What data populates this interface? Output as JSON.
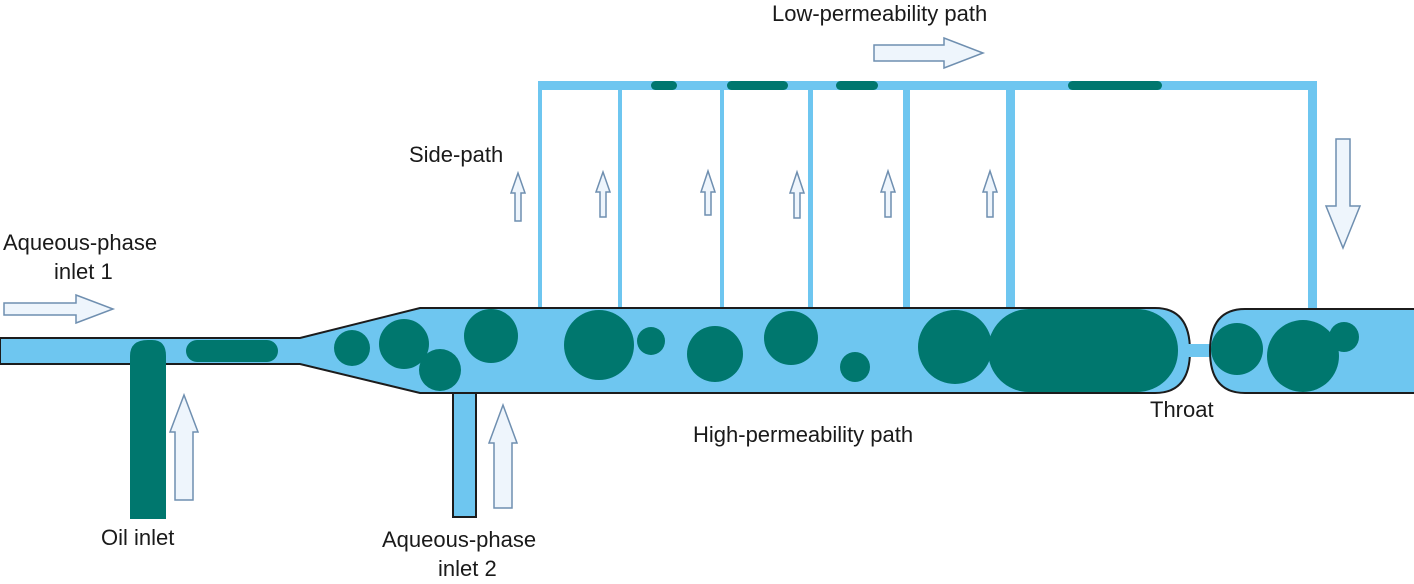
{
  "labels": {
    "aqueous_inlet_1": [
      "Aqueous-phase",
      "inlet 1"
    ],
    "oil_inlet": "Oil inlet",
    "aqueous_inlet_2": [
      "Aqueous-phase",
      "inlet 2"
    ],
    "side_path": "Side-path",
    "low_perm_path": "Low-permeability path",
    "high_perm_path": "High-permeability path",
    "throat": "Throat"
  },
  "colors": {
    "water": "#6ec6f0",
    "oil": "#00776e",
    "outline": "#1c1c1c",
    "arrow_fill": "#eef5fc",
    "arrow_stroke": "#6f8fb0"
  },
  "icons": {
    "flow_arrow": "hollow-block-arrow"
  }
}
